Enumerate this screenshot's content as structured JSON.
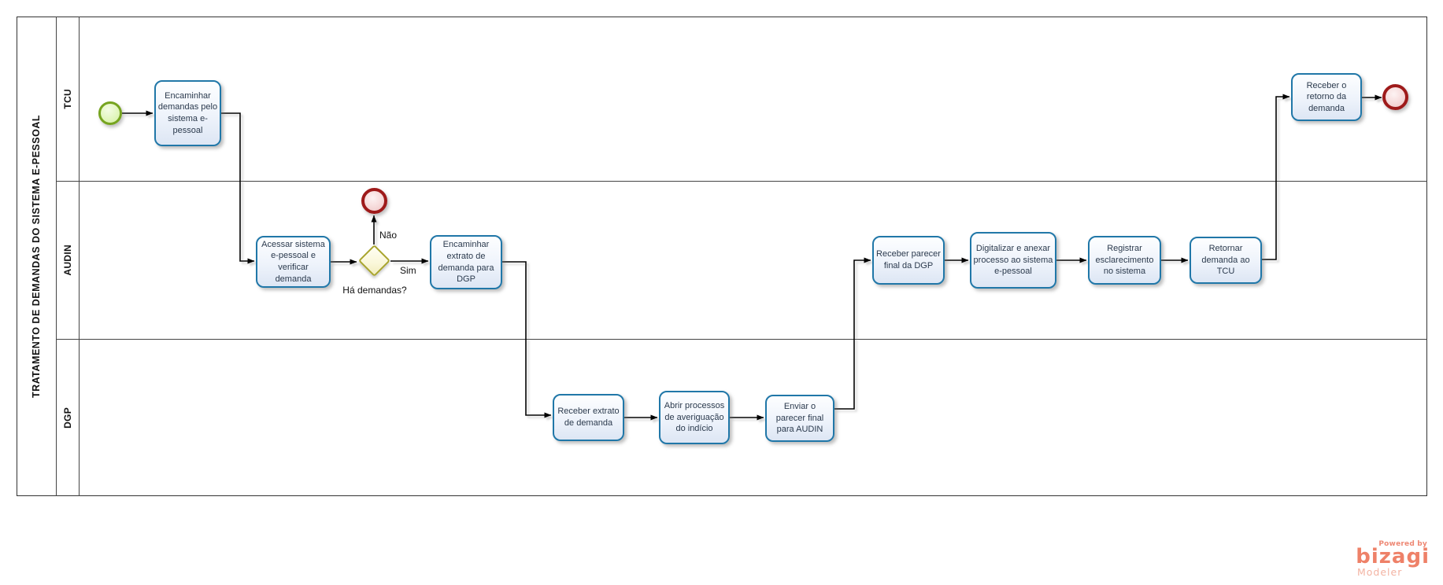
{
  "pool": {
    "title": "TRATAMENTO DE DEMANDAS DO SISTEMA E-PESSOAL"
  },
  "lanes": {
    "tcu": "TCU",
    "audin": "AUDIN",
    "dgp": "DGP"
  },
  "tasks": {
    "encaminhar_demandas": "Encaminhar demandas pelo sistema e-pessoal",
    "receber_retorno": "Receber o retorno da demanda",
    "acessar_sistema": "Acessar sistema e-pessoal e verificar demanda",
    "encaminhar_extrato": "Encaminhar extrato de demanda para DGP",
    "receber_parecer": "Receber parecer final da DGP",
    "digitalizar": "Digitalizar e anexar processo ao sistema e-pessoal",
    "registrar": "Registrar esclarecimento no sistema",
    "retornar": "Retornar demanda ao TCU",
    "receber_extrato": "Receber extrato de demanda",
    "abrir_processos": "Abrir processos de averiguação do indício",
    "enviar_parecer": "Enviar o parecer final para AUDIN"
  },
  "gateway": {
    "question": "Há demandas?",
    "yes_label": "Sim",
    "no_label": "Não"
  },
  "branding": {
    "powered_by": "Powered by",
    "name": "bizagi",
    "product": "Modeler"
  },
  "colors": {
    "task_border": "#2077a8",
    "start_event_border": "#76a41f",
    "end_event_border": "#9e1a1a",
    "gateway_border": "#a8a42c",
    "brand": "#ee8168"
  }
}
